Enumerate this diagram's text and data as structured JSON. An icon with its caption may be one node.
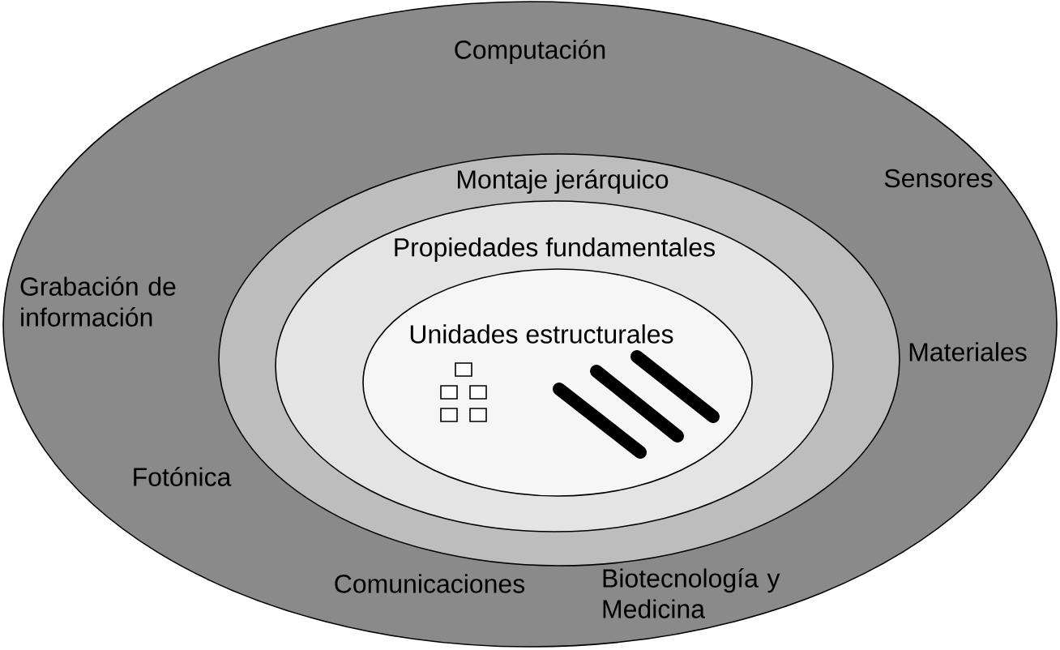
{
  "diagram": {
    "nodes": [
      {
        "text": [
          "Computación",
          "Sensores",
          "Grabación de información",
          "Materiales",
          "Fotónica",
          "Comunicaciones",
          "Biotecnología y Medicina"
        ]
      },
      {
        "text": [
          "Montaje jerárquico"
        ],
        "in": 0
      },
      {
        "text": [
          "Propiedades fundamentales"
        ],
        "in": 1
      },
      {
        "text": [
          "Unidades estructurales"
        ],
        "in": 2
      }
    ]
  }
}
